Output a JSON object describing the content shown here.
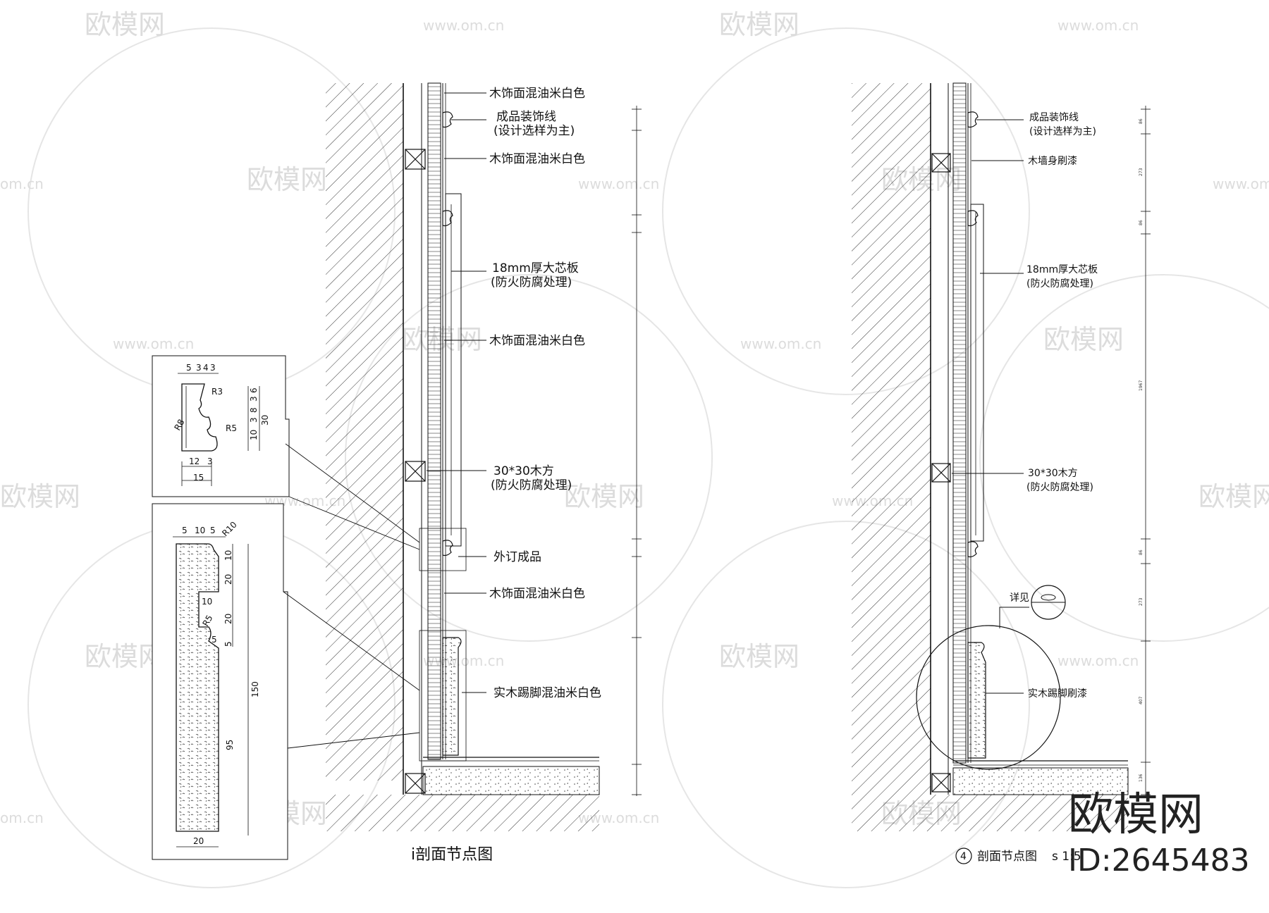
{
  "watermark": {
    "logo_text": "欧模网",
    "url_text": "www.om.cn",
    "url_short": "om.cn"
  },
  "brand": {
    "logo_text": "欧模网",
    "id_text": "ID:2645483"
  },
  "left_section": {
    "title": "i剖面节点图",
    "labels": [
      "木饰面混油米白色",
      "成品装饰线",
      "(设计选样为主)",
      "木饰面混油米白色",
      "18mm厚大芯板",
      "(防火防腐处理)",
      "木饰面混油米白色",
      "30*30木方",
      "(防火防腐处理)",
      "外订成品",
      "木饰面混油米白色",
      "实木踢脚混油米白色"
    ]
  },
  "detail_moulding": {
    "dims": [
      "5",
      "3",
      "4",
      "3",
      "R3",
      "R8",
      "R5",
      "6",
      "3",
      "8",
      "3",
      "10",
      "30",
      "12",
      "3",
      "15"
    ]
  },
  "detail_skirting": {
    "dims": [
      "5",
      "10",
      "5",
      "R10",
      "10",
      "20",
      "10",
      "20",
      "R5",
      "5",
      "5",
      "150",
      "95",
      "20"
    ]
  },
  "right_section": {
    "number": "4",
    "title": "剖面节点图",
    "scale_text": "s 1:5",
    "see_label": "详见",
    "labels": [
      "成品装饰线",
      "(设计选样为主)",
      "木墙身刷漆",
      "18mm厚大芯板",
      "(防火防腐处理)",
      "30*30木方",
      "(防火防腐处理)",
      "实木踢脚刷漆"
    ],
    "dims": [
      "86",
      "273",
      "86",
      "1967",
      "86",
      "273",
      "407",
      "136"
    ]
  }
}
